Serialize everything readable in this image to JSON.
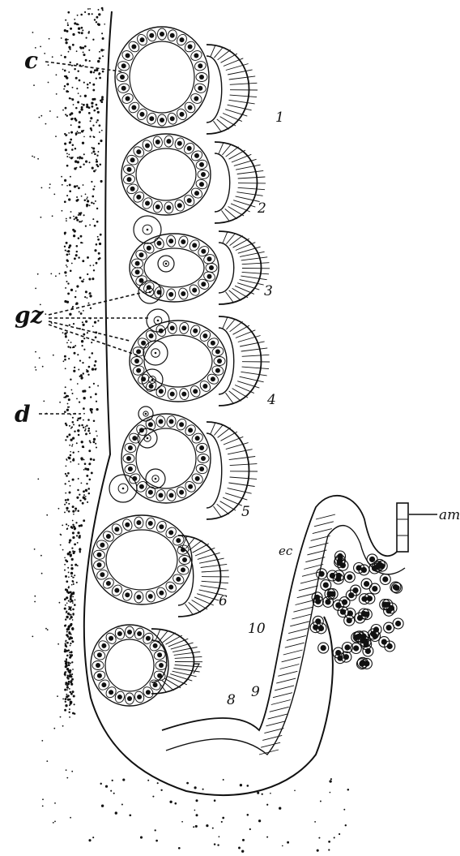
{
  "labels": {
    "c": "c",
    "gz": "gz",
    "d": "d",
    "am": "am",
    "ec": "ec"
  },
  "segment_numbers": [
    "1",
    "2",
    "3",
    "4",
    "5",
    "6",
    "7",
    "8",
    "9",
    "10"
  ],
  "colors": {
    "ink": "#111111",
    "paper": "#ffffff"
  }
}
